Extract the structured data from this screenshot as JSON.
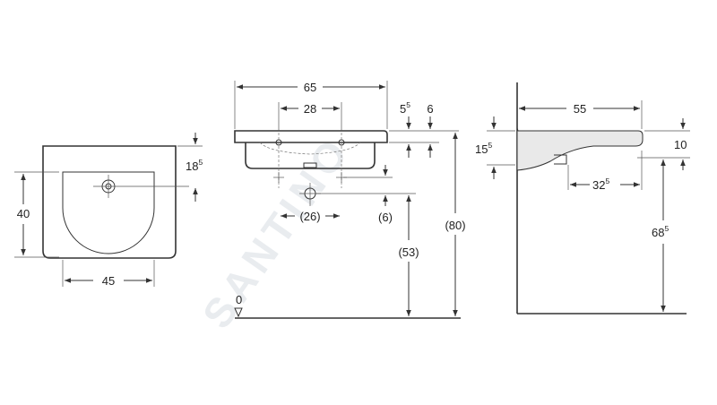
{
  "watermark": "SANTINO",
  "views": {
    "top": {
      "width": "45",
      "depth": "40",
      "offset_main": "18",
      "offset_sup": "5"
    },
    "front": {
      "overall_width": "65",
      "tap_spacing": "28",
      "rim_main": "5",
      "rim_sup": "5",
      "rim_overhang": "6",
      "waste_spacing": "(26)",
      "waste_drop": "(6)",
      "waste_height": "(53)",
      "total_height": "(80)",
      "floor_label": "0"
    },
    "side": {
      "depth": "55",
      "thickness": "10",
      "bowl_main": "15",
      "bowl_sup": "5",
      "waste_main": "32",
      "waste_sup": "5",
      "height_main": "68",
      "height_sup": "5"
    }
  }
}
